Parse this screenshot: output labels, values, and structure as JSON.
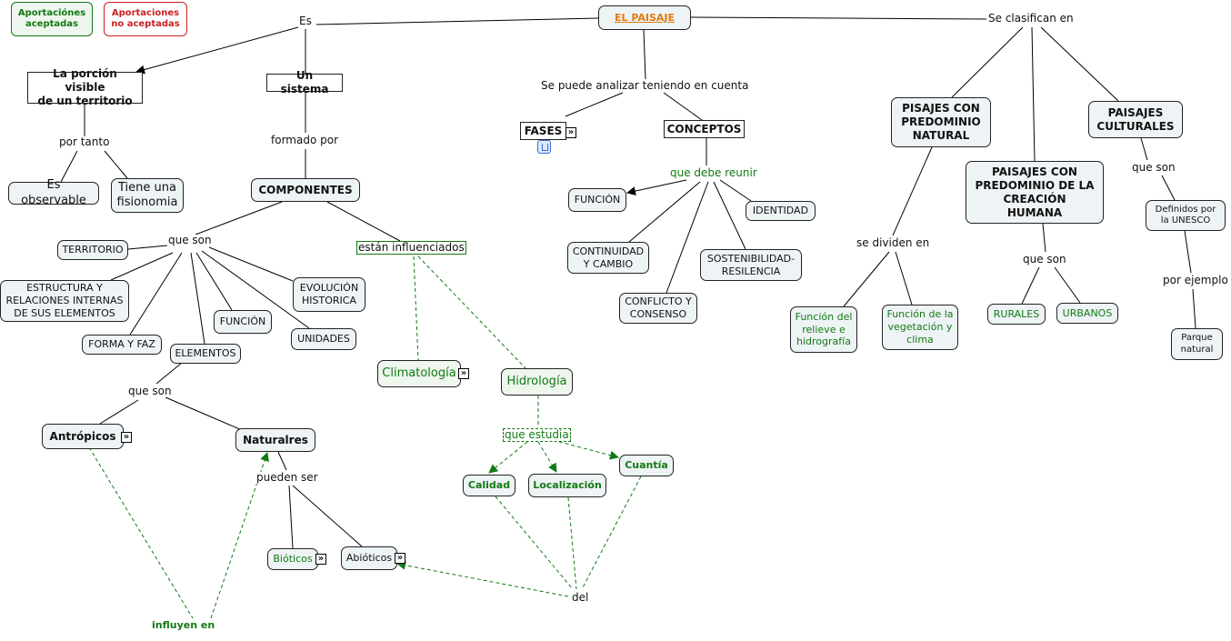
{
  "legend": {
    "accepted": "Aportaciónes\naceptadas",
    "rejected": "Aportaciones\nno aceptadas"
  },
  "nodes": {
    "paisaje": "EL PAISAJE",
    "porcion": "La porción visible\nde un territorio",
    "sistema": "Un sistema",
    "observable": "Es observable",
    "fisionomia": "Tiene una\nfisionomia",
    "componentes": "COMPONENTES",
    "territorio": "TERRITORIO",
    "estructura": "ESTRUCTURA Y\nRELACIONES INTERNAS\nDE SUS ELEMENTOS",
    "forma": "FORMA Y FAZ",
    "elementos": "ELEMENTOS",
    "funcion_c": "FUNCIÓN",
    "evolucion": "EVOLUCIÓN\nHISTORICA",
    "unidades": "UNIDADES",
    "antropicos": "Antrópicos",
    "naturales": "Naturalres",
    "bioticos": "Bióticos",
    "abioticos": "Abióticos",
    "climatologia": "Climatología",
    "hidrologia": "Hidrología",
    "calidad": "Calidad",
    "localizacion": "Localización",
    "cuantia": "Cuantía",
    "fases": "FASES",
    "conceptos": "CONCEPTOS",
    "funcion_k": "FUNCIÓN",
    "identidad": "IDENTIDAD",
    "continuidad": "CONTINUIDAD\nY CAMBIO",
    "sostenibilidad": "SOSTENIBILIDAD-\nRESILENCIA",
    "conflicto": "CONFLICTO Y\nCONSENSO",
    "natural": "PISAJES CON\nPREDOMINIO\nNATURAL",
    "humana": "PAISAJES CON\nPREDOMINIO DE LA\nCREACIÓN\nHUMANA",
    "culturales": "PAISAJES\nCULTURALES",
    "relieve": "Función del\nrelieve e\nhidrografía",
    "vegetacion": "Función de la\nvegetación y\nclima",
    "rurales": "RURALES",
    "urbanos": "URBANOS",
    "unesco": "Definidos por\nla UNESCO",
    "parque": "Parque\nnatural"
  },
  "links": {
    "es": "Es",
    "clasifican": "Se clasifican en",
    "analizar": "Se puede analizar teniendo en cuenta",
    "portanto": "por tanto",
    "formado": "formado por",
    "queson1": "que son",
    "influenciados": "están influenciados",
    "queson2": "que son",
    "pueden": "pueden ser",
    "estudia": "que estudia",
    "del": "del",
    "influyen": "influyen en",
    "reunir": "que debe reunir",
    "dividen": "se dividen en",
    "queson3": "que son",
    "queson4": "que son",
    "ejemplo": "por ejemplo"
  },
  "colors": {
    "accepted": "#127a12",
    "rejected": "#cc2020",
    "title": "#e07a10",
    "node_fill": "#eef3f6"
  }
}
